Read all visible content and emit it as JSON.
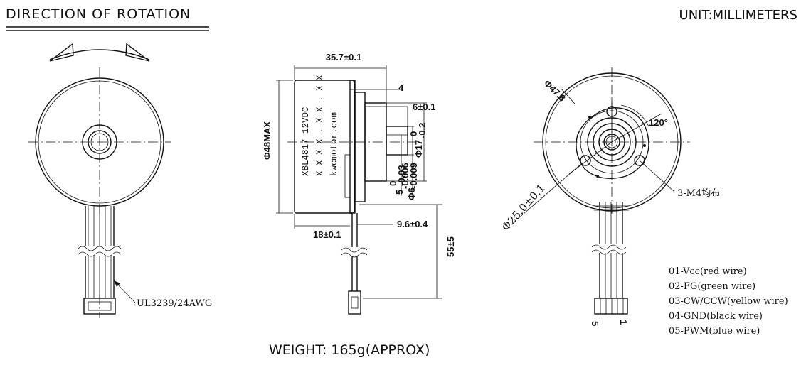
{
  "header": {
    "rotation_title": "DIRECTION  OF  ROTATION",
    "unit": "UNIT:MILLIMETERS"
  },
  "left_view": {
    "cable_label": "UL3239/24AWG"
  },
  "side_view": {
    "length": "35.7±0.1",
    "flange": "4",
    "shaft_length": "6±0.1",
    "diameter_max": "Φ48MAX",
    "hub": "Φ17",
    "hub_tol_upper": "0",
    "hub_tol_lower": "-0.2",
    "shaft": "Φ6",
    "shaft_tol_upper": "-0.006",
    "shaft_tol_lower": "-0.009",
    "d_cut": "5",
    "d_cut_tol_upper": "0",
    "d_cut_tol_lower": "-0.03",
    "body_len": "18±0.1",
    "wire_offset": "9.6±0.4",
    "wire_length": "55±5",
    "label_model": "XBL4817  12VDC",
    "label_code": "X X X X . X X . X X",
    "label_site": "kwcmotor.com"
  },
  "front_view": {
    "outer_dia": "Φ47.8",
    "angle": "120°",
    "pcd": "Φ25.0±0.1",
    "holes": "3-M4均布",
    "pin_first": "1",
    "pin_last": "5"
  },
  "wires": [
    "01-Vcc(red wire)",
    "02-FG(green wire)",
    "03-CW/CCW(yellow wire)",
    "04-GND(black wire)",
    "05-PWM(blue wire)"
  ],
  "footer": {
    "weight": "WEIGHT:  165g(APPROX)"
  }
}
